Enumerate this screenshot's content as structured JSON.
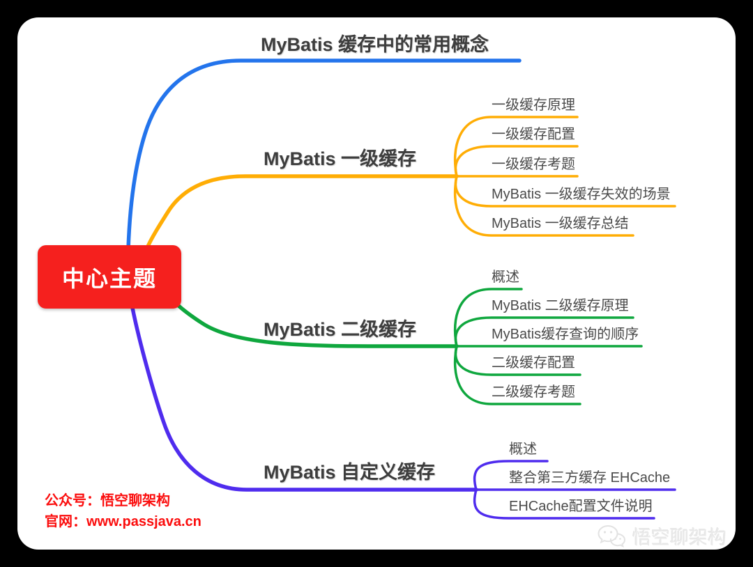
{
  "center": {
    "label": "中心主题",
    "bg": "#F5201E",
    "text_color": "#FFFFFF"
  },
  "branches": [
    {
      "label": "MyBatis 缓存中的常用概念",
      "color": "#2374EC",
      "children": []
    },
    {
      "label": "MyBatis 一级缓存",
      "color": "#FFAD05",
      "children": [
        "一级缓存原理",
        "一级缓存配置",
        "一级缓存考题",
        "MyBatis 一级缓存失效的场景",
        "MyBatis 一级缓存总结"
      ]
    },
    {
      "label": "MyBatis 二级缓存",
      "color": "#0FA73E",
      "children": [
        "概述",
        "MyBatis 二级缓存原理",
        "MyBatis缓存查询的顺序",
        "二级缓存配置",
        "二级缓存考题"
      ]
    },
    {
      "label": "MyBatis 自定义缓存",
      "color": "#4F2CEE",
      "children": [
        "概述",
        "整合第三方缓存 EHCache",
        "EHCache配置文件说明"
      ]
    }
  ],
  "footer": {
    "line1": "公众号：悟空聊架构",
    "line2": "官网：www.passjava.cn",
    "color": "#FB0D0D"
  },
  "watermark": {
    "label": "悟空聊架构",
    "icon": "wechat-icon"
  }
}
